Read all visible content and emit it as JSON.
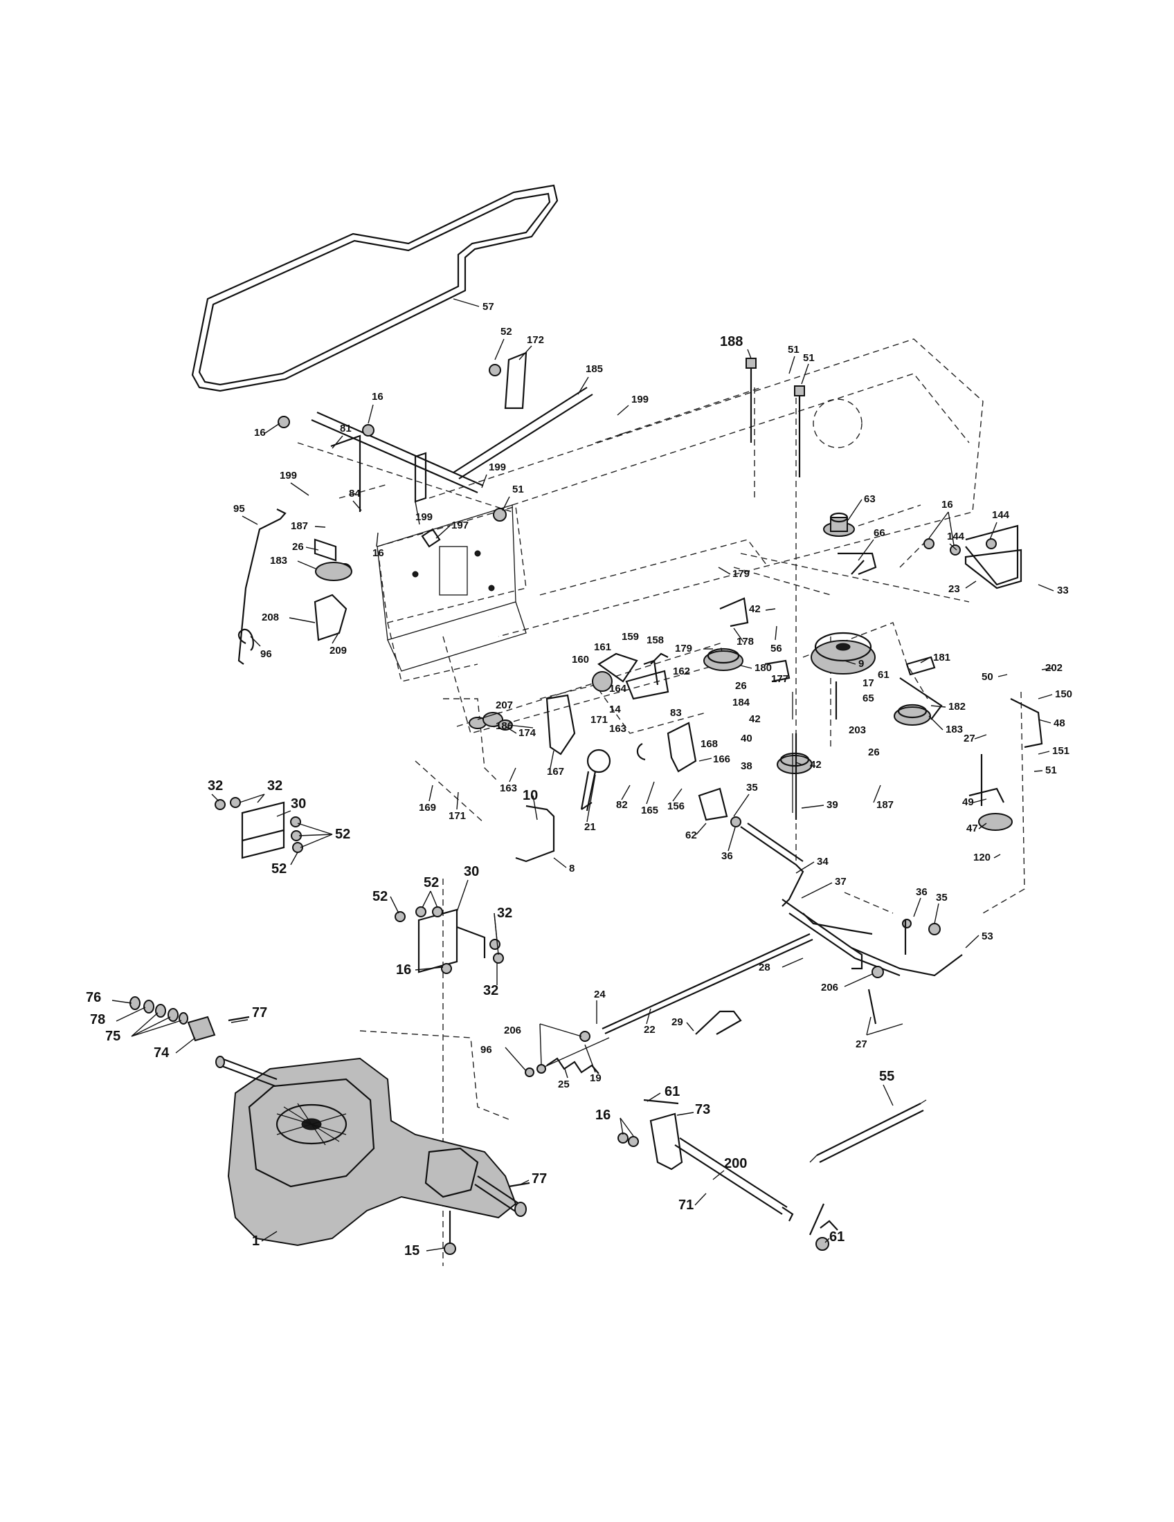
{
  "diagram": {
    "callouts": [
      "57",
      "52",
      "172",
      "185",
      "199",
      "188",
      "51",
      "51",
      "16",
      "81",
      "16",
      "199",
      "84",
      "199",
      "51",
      "199",
      "197",
      "95",
      "187",
      "26",
      "183",
      "16",
      "208",
      "96",
      "209",
      "63",
      "66",
      "16",
      "144",
      "144",
      "23",
      "33",
      "179",
      "42",
      "56",
      "178",
      "179",
      "180",
      "26",
      "184",
      "177",
      "42",
      "40",
      "38",
      "42",
      "39",
      "9",
      "17",
      "65",
      "61",
      "181",
      "182",
      "203",
      "183",
      "26",
      "187",
      "50",
      "202",
      "150",
      "48",
      "27",
      "151",
      "51",
      "49",
      "47",
      "120",
      "160",
      "161",
      "159",
      "158",
      "162",
      "164",
      "14",
      "83",
      "163",
      "171",
      "207",
      "186",
      "174",
      "167",
      "169",
      "171",
      "163",
      "168",
      "166",
      "82",
      "165",
      "156",
      "21",
      "10",
      "8",
      "62",
      "35",
      "36",
      "34",
      "37",
      "36",
      "35",
      "53",
      "32",
      "32",
      "30",
      "52",
      "52",
      "52",
      "52",
      "30",
      "32",
      "16",
      "32",
      "24",
      "22",
      "28",
      "206",
      "29",
      "27",
      "76",
      "77",
      "78",
      "75",
      "74",
      "206",
      "96",
      "25",
      "19",
      "61",
      "73",
      "55",
      "16",
      "200",
      "71",
      "61",
      "77",
      "1",
      "15"
    ]
  }
}
